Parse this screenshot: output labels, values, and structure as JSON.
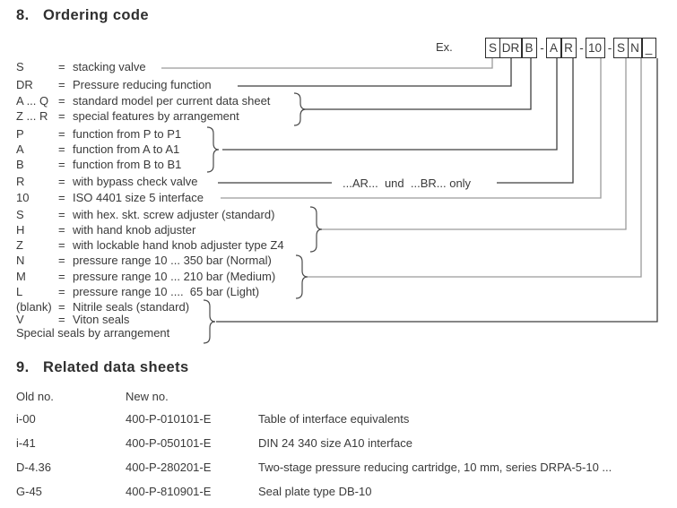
{
  "colors": {
    "text": "#3a3a3a",
    "line_dark": "#3f3f3f",
    "line_gray": "#9a9a9a",
    "box_border": "#2d2d2d"
  },
  "section8": {
    "number": "8.",
    "title": "Ordering code",
    "example_label": "Ex.",
    "code_boxes": [
      "S",
      "DR",
      "B",
      "-",
      "A",
      "R",
      "-",
      "10",
      "-",
      "S",
      "N",
      "_"
    ],
    "rows": [
      {
        "code": "S",
        "eq": "=",
        "desc": "stacking valve"
      },
      {
        "code": "DR",
        "eq": "=",
        "desc": "Pressure reducing function"
      },
      {
        "code": "A ... Q",
        "eq": "=",
        "desc": "standard model per current data sheet"
      },
      {
        "code": "Z ... R",
        "eq": "=",
        "desc": "special features by arrangement"
      },
      {
        "code": "P",
        "eq": "=",
        "desc": "function from P to P1"
      },
      {
        "code": "A",
        "eq": "=",
        "desc": "function from A to A1"
      },
      {
        "code": "B",
        "eq": "=",
        "desc": "function from B to B1"
      },
      {
        "code": "R",
        "eq": "=",
        "desc": "with bypass check valve"
      },
      {
        "code": "10",
        "eq": "=",
        "desc": "ISO 4401 size 5 interface"
      },
      {
        "code": "S",
        "eq": "=",
        "desc": "with hex. skt. screw adjuster (standard)"
      },
      {
        "code": "H",
        "eq": "=",
        "desc": "with hand knob adjuster"
      },
      {
        "code": "Z",
        "eq": "=",
        "desc": "with lockable hand knob adjuster type Z4"
      },
      {
        "code": "N",
        "eq": "=",
        "desc": "pressure range 10 ... 350 bar (Normal)"
      },
      {
        "code": "M",
        "eq": "=",
        "desc": "pressure range 10 ... 210 bar (Medium)"
      },
      {
        "code": "L",
        "eq": "=",
        "desc": "pressure range 10 ....  65 bar (Light)"
      },
      {
        "code": "(blank)",
        "eq": "=",
        "desc": "Nitrile seals (standard)"
      },
      {
        "code": "V",
        "eq": "=",
        "desc": "Viton seals"
      },
      {
        "code": "",
        "eq": "",
        "desc": "Special seals by arrangement"
      }
    ],
    "annotation": "...AR...  und  ...BR... only"
  },
  "section9": {
    "number": "9.",
    "title": "Related data sheets",
    "table": {
      "headers": {
        "old": "Old no.",
        "new": "New no."
      },
      "rows": [
        {
          "old": "i-00",
          "new": "400-P-010101-E",
          "desc": "Table of interface equivalents"
        },
        {
          "old": "i-41",
          "new": "400-P-050101-E",
          "desc": "DIN 24 340 size A10 interface"
        },
        {
          "old": "D-4.36",
          "new": "400-P-280201-E",
          "desc": "Two-stage pressure reducing cartridge, 10 mm, series DRPA-5-10 ..."
        },
        {
          "old": "G-45",
          "new": "400-P-810901-E",
          "desc": "Seal plate type DB-10"
        }
      ]
    }
  }
}
